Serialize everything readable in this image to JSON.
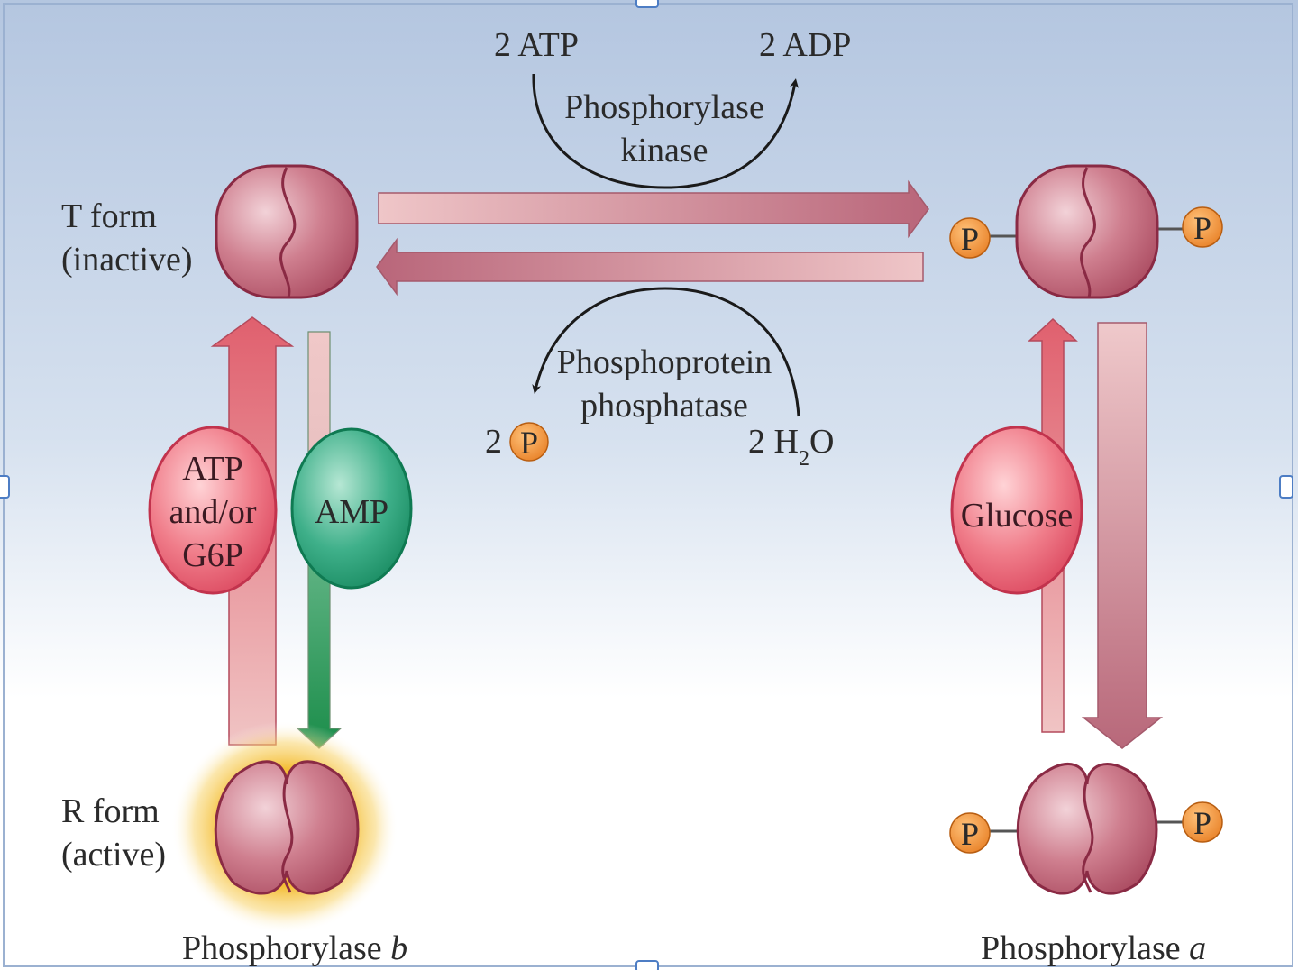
{
  "top": {
    "atp": "2 ATP",
    "adp": "2 ADP",
    "kinase_line1": "Phosphorylase",
    "kinase_line2": "kinase"
  },
  "bottom": {
    "phosphatase_line1": "Phosphoprotein",
    "phosphatase_line2": "phosphatase",
    "pi_count": "2",
    "water_prefix": "2 H",
    "water_sub": "2",
    "water_suffix": "O"
  },
  "left": {
    "t_form_line1": "T form",
    "t_form_line2": "(inactive)",
    "r_form_line1": "R form",
    "r_form_line2": "(active)",
    "name_prefix": "Phosphorylase ",
    "name_italic": "b",
    "inhibitor_line1": "ATP",
    "inhibitor_line2": "and/or",
    "inhibitor_line3": "G6P",
    "activator": "AMP"
  },
  "right": {
    "name_prefix": "Phosphorylase ",
    "name_italic": "a",
    "effector": "Glucose"
  },
  "phosphate_symbol": "P",
  "colors": {
    "background_top": "#b3c6e0",
    "enzyme": "#c45c70",
    "enzyme_outline": "#8a2a44",
    "phosphate": "#ee8d2e",
    "amp_green": "#1a9a6c",
    "inhibitor_pink": "#e6506a",
    "glow": "#f1b525"
  }
}
